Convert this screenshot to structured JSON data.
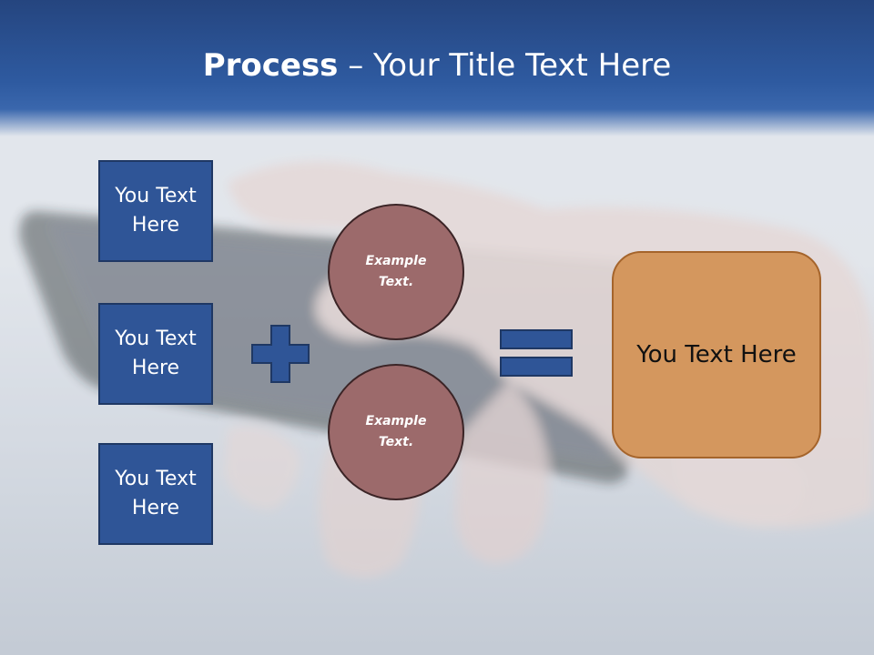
{
  "title": {
    "bold": "Process",
    "rest": " – Your Title Text Here"
  },
  "left_boxes": [
    {
      "label": "You Text Here"
    },
    {
      "label": "You Text Here"
    },
    {
      "label": "You Text Here"
    }
  ],
  "circles": [
    {
      "label": "Example Text."
    },
    {
      "label": "Example Text."
    }
  ],
  "operators": {
    "plus": "plus-icon",
    "equals": "equals-icon"
  },
  "result": {
    "label": "You Text Here"
  },
  "colors": {
    "header": "#2e5aa0",
    "box_fill": "#2f5597",
    "circle_fill": "#9c6a6b",
    "result_fill": "#d4975e"
  }
}
